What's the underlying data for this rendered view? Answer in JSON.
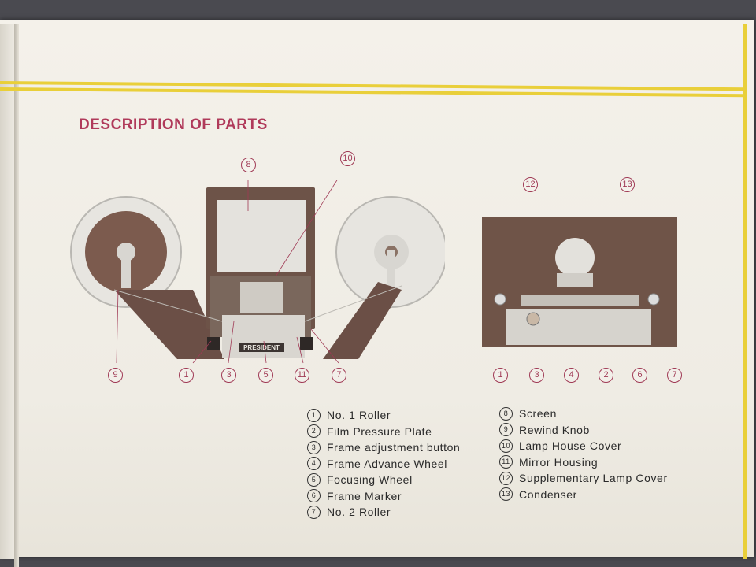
{
  "title": "DESCRIPTION OF PARTS",
  "brand_plate": "PRESIDENT",
  "colors": {
    "accent": "#b03a5a",
    "stripe": "#e9cf3a",
    "paper": "#f3f0e8"
  },
  "left_callouts": [
    "8",
    "10",
    "9",
    "1",
    "3",
    "5",
    "11",
    "7"
  ],
  "right_callouts": [
    "12",
    "13",
    "1",
    "3",
    "4",
    "2",
    "6",
    "7"
  ],
  "legend_left": [
    {
      "num": "1",
      "label": "No. 1 Roller"
    },
    {
      "num": "2",
      "label": "Film Pressure Plate"
    },
    {
      "num": "3",
      "label": "Frame adjustment button"
    },
    {
      "num": "4",
      "label": "Frame Advance Wheel"
    },
    {
      "num": "5",
      "label": "Focusing Wheel"
    },
    {
      "num": "6",
      "label": "Frame Marker"
    },
    {
      "num": "7",
      "label": "No. 2 Roller"
    }
  ],
  "legend_right": [
    {
      "num": "8",
      "label": "Screen"
    },
    {
      "num": "9",
      "label": "Rewind Knob"
    },
    {
      "num": "10",
      "label": "Lamp House Cover"
    },
    {
      "num": "11",
      "label": "Mirror Housing"
    },
    {
      "num": "12",
      "label": "Supplementary Lamp Cover"
    },
    {
      "num": "13",
      "label": "Condenser"
    }
  ]
}
